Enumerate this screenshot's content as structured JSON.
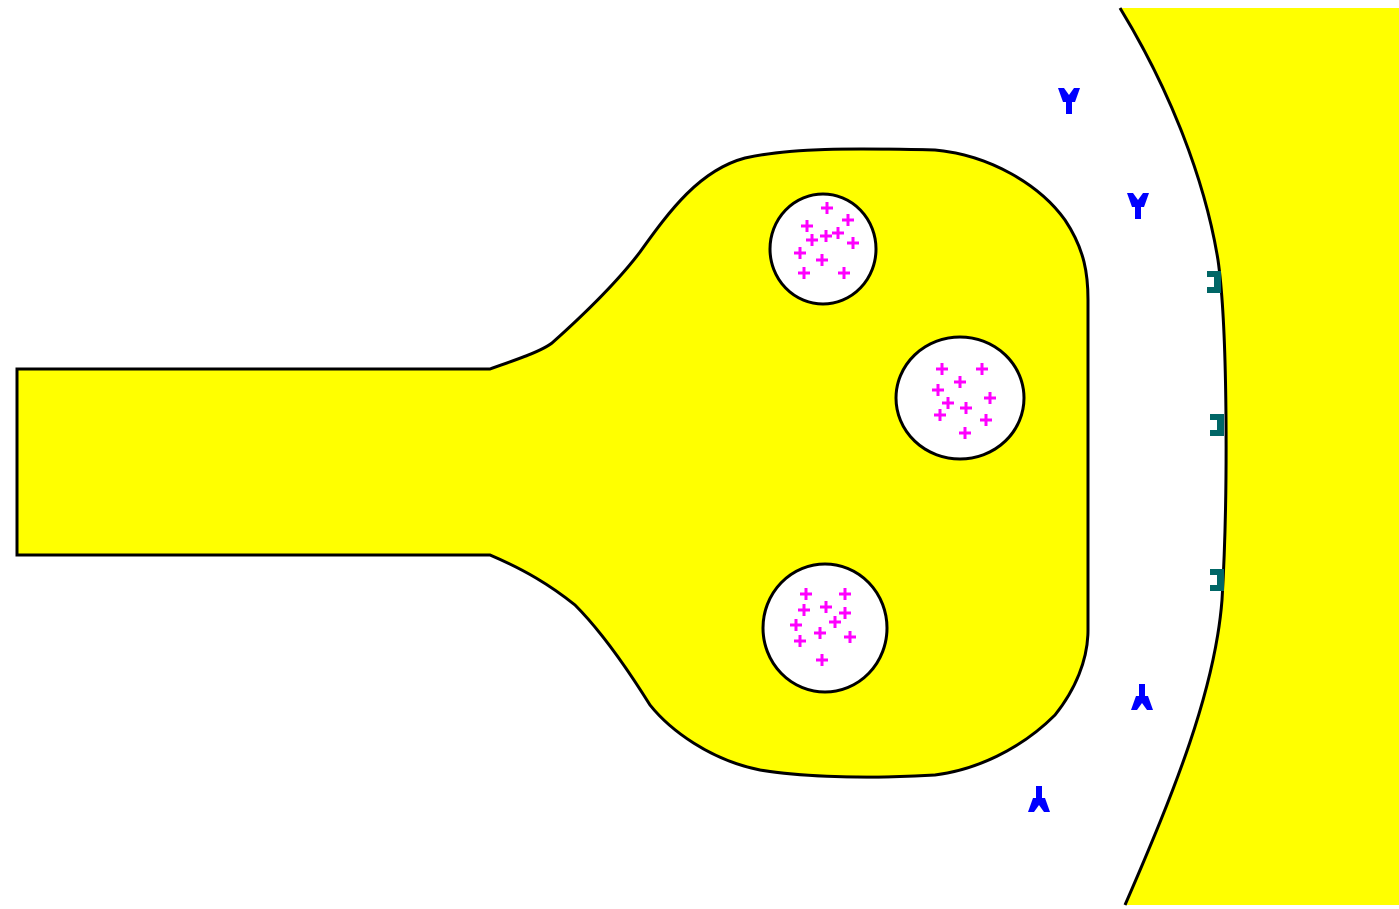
{
  "diagram": {
    "colors": {
      "background": "#ffffff",
      "cell_fill": "#ffff00",
      "outline": "#000000",
      "vesicle_fill": "#ffffff",
      "neurotransmitter": "#ff00ff",
      "receptor_presynaptic": "#0000ff",
      "receptor_postsynaptic": "#006666"
    },
    "elements": {
      "presynaptic_axon_terminal": "presynaptic-terminal",
      "postsynaptic_membrane": "postsynaptic-cell",
      "synaptic_vesicles": [
        "vesicle-top",
        "vesicle-middle",
        "vesicle-bottom"
      ],
      "neurotransmitter_glyph": "+",
      "receptor_icons": [
        "autoreceptor-icon",
        "postsynaptic-receptor-icon"
      ]
    }
  }
}
